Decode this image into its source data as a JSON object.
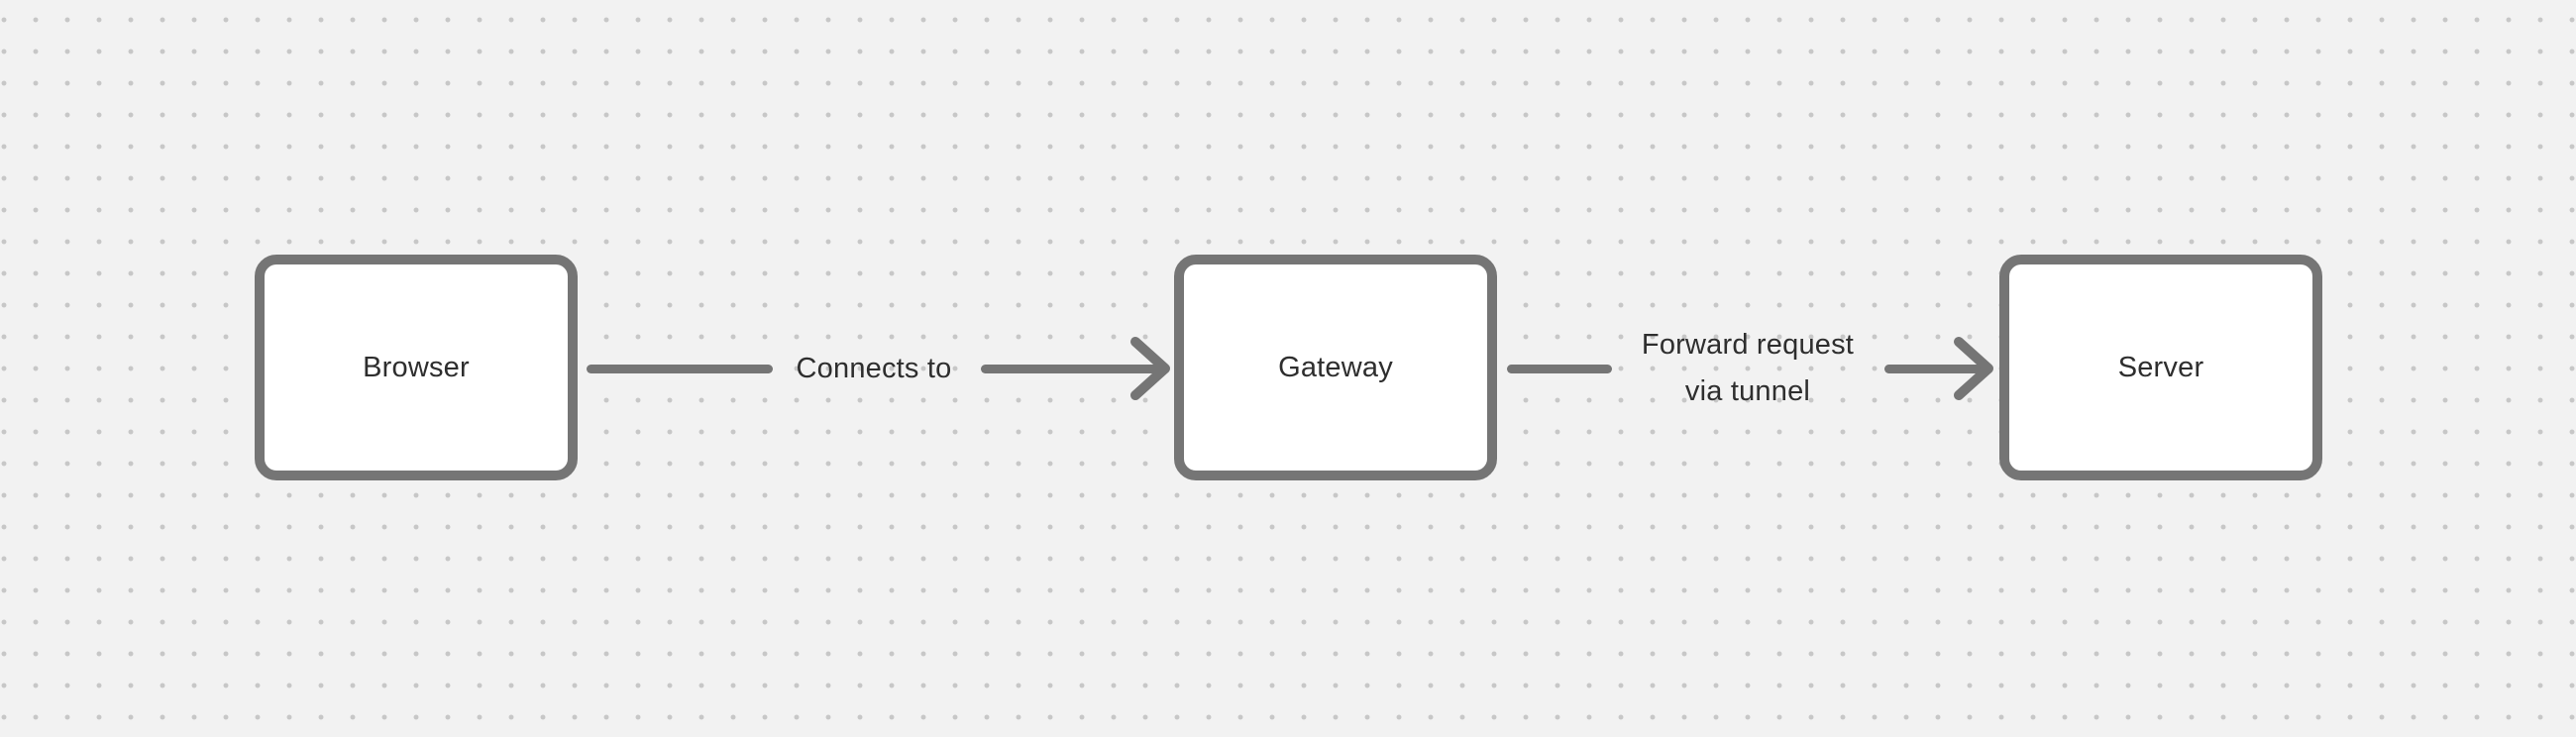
{
  "colors": {
    "canvas_background": "#f2f2f2",
    "grid_dot": "#c7c7c7",
    "shape_stroke": "#757575",
    "shape_fill": "#ffffff",
    "text": "#2e2e2e"
  },
  "nodes": [
    {
      "id": "browser",
      "label": "Browser"
    },
    {
      "id": "gateway",
      "label": "Gateway"
    },
    {
      "id": "server",
      "label": "Server"
    }
  ],
  "connectors": [
    {
      "id": "browser-to-gateway",
      "label": "Connects to"
    },
    {
      "id": "gateway-to-server",
      "label": "Forward request\nvia tunnel"
    }
  ]
}
